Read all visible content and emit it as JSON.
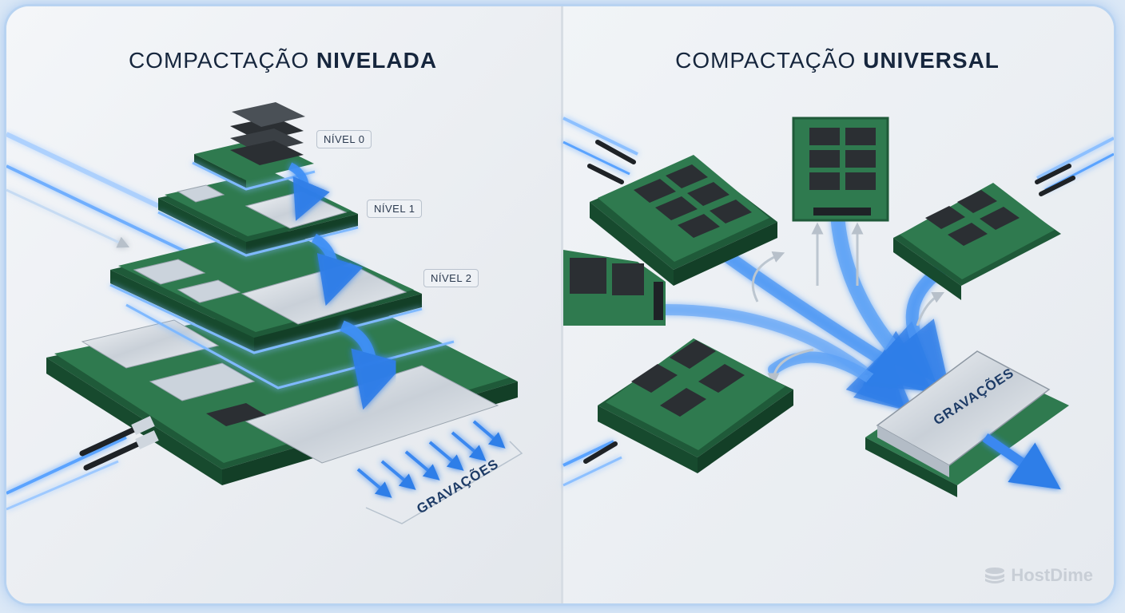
{
  "left_panel": {
    "title_light": "COMPACTAÇÃO",
    "title_bold": "NIVELADA",
    "levels": [
      "NÍVEL 0",
      "NÍVEL 1",
      "NÍVEL 2"
    ],
    "writes_label": "GRAVAÇÕES"
  },
  "right_panel": {
    "title_light": "COMPACTAÇÃO",
    "title_bold": "UNIVERSAL",
    "writes_label": "GRAVAÇÕES"
  },
  "watermark": {
    "text": "HostDime",
    "icon": "hostdime-logo-icon"
  },
  "colors": {
    "pcb": "#2f7a4f",
    "pcb_dark": "#1f5a39",
    "chip": "#2b2f33",
    "steel": "#cfd6de",
    "flow": "#3a8df0",
    "glow": "#bcd9ff",
    "title": "#16263d"
  }
}
